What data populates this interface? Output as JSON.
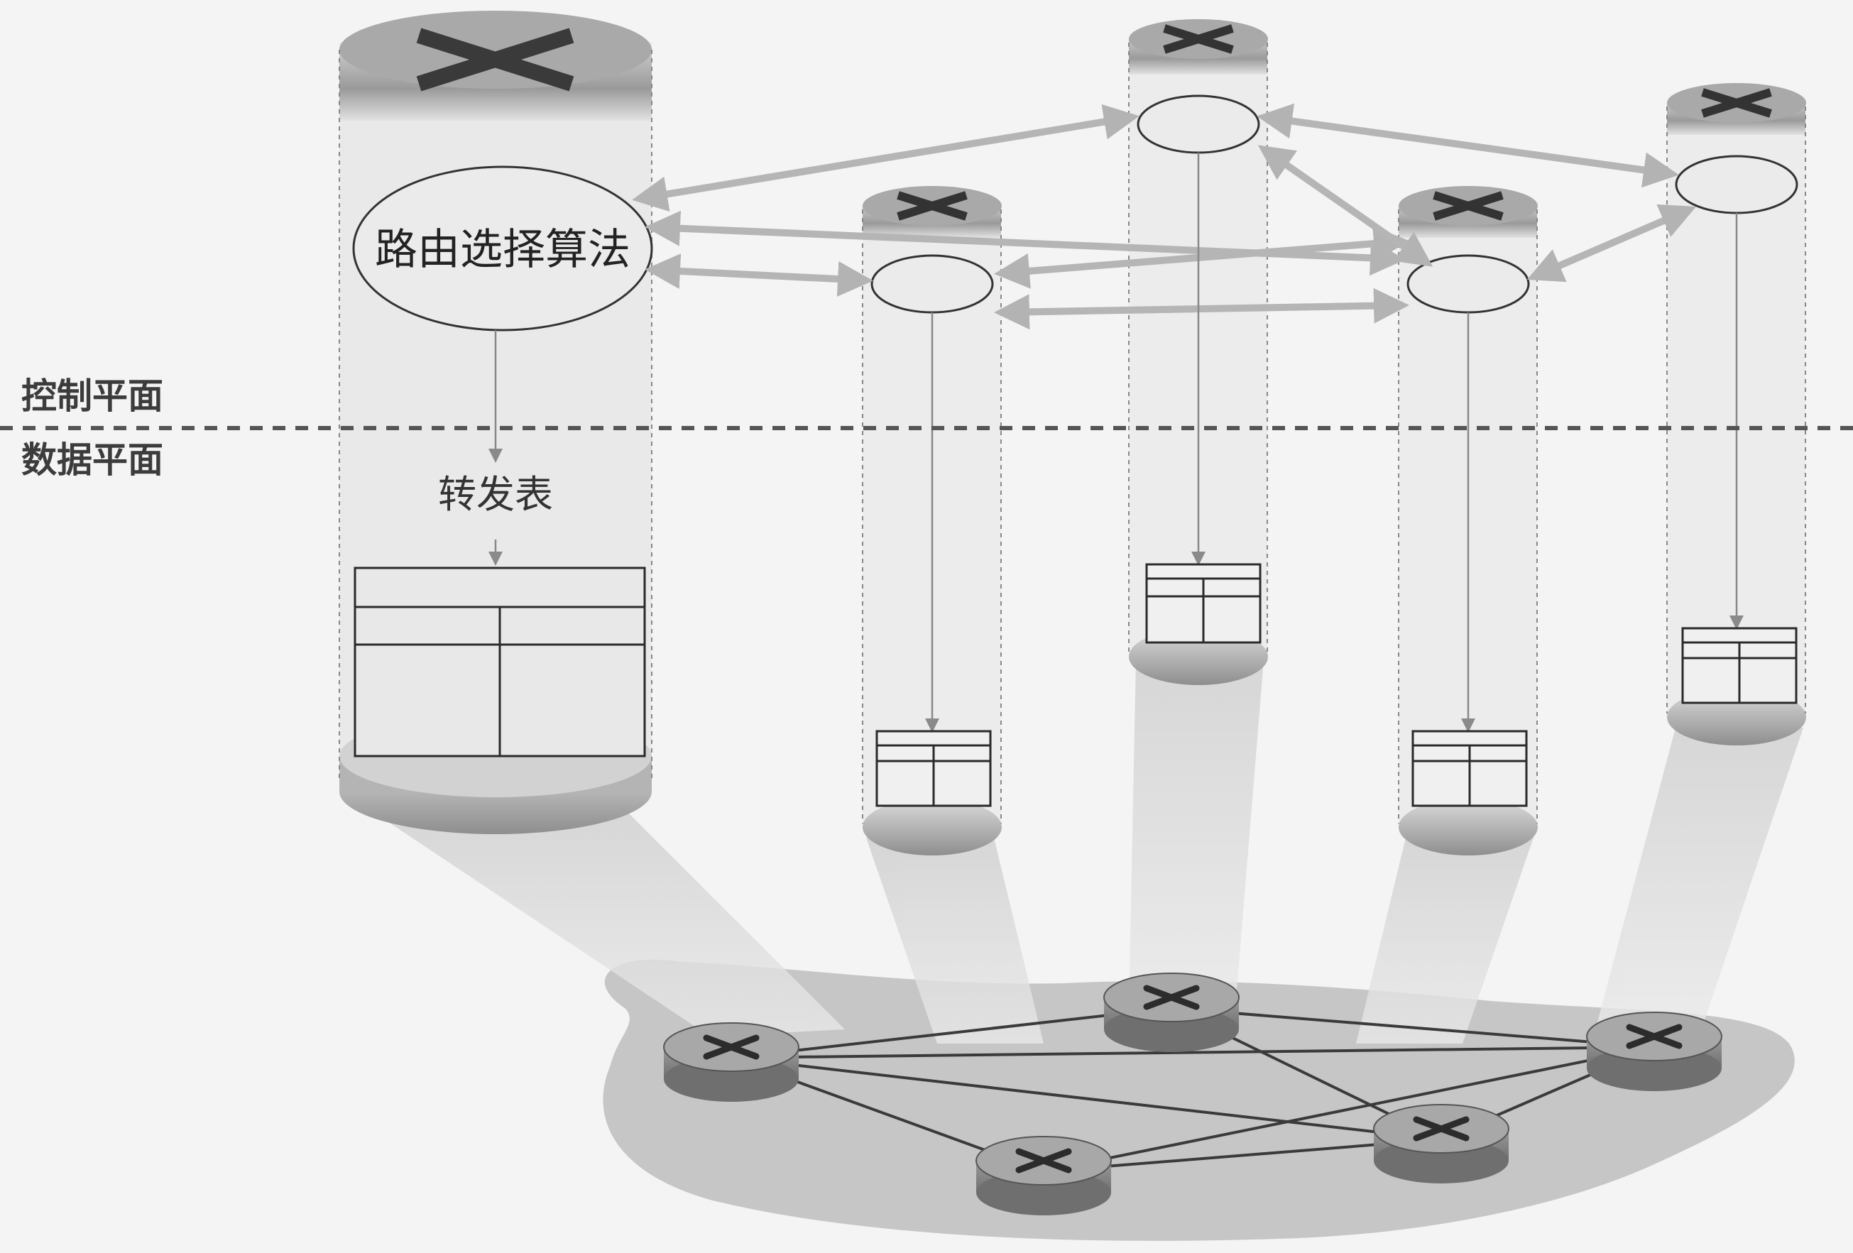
{
  "labels": {
    "control_plane": "控制平面",
    "data_plane": "数据平面",
    "routing_algorithm": "路由选择算法",
    "forwarding_table": "转发表"
  },
  "icons": {
    "router": "router-x-icon"
  },
  "colors": {
    "background": "#f4f4f4",
    "arrow": "#b7b7b7",
    "cylinder_top": "#a8a8a8",
    "cylinder_body": "#e6e6e6",
    "ellipse_fill": "#ececec",
    "stroke": "#333333",
    "cloud": "#c8c8c8"
  }
}
